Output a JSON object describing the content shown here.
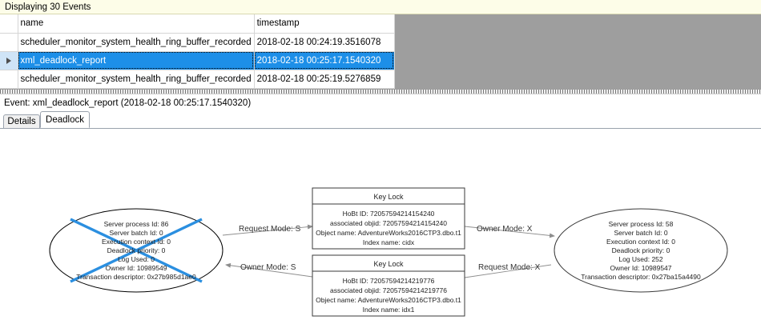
{
  "banner": {
    "text": "Displaying 30 Events"
  },
  "grid": {
    "columns": [
      {
        "key": "rowhead",
        "label": ""
      },
      {
        "key": "name",
        "label": "name"
      },
      {
        "key": "timestamp",
        "label": "timestamp"
      }
    ],
    "rows": [
      {
        "selected": false,
        "indicator": "",
        "name": "scheduler_monitor_system_health_ring_buffer_recorded",
        "timestamp": "2018-02-18 00:24:19.3516078"
      },
      {
        "selected": true,
        "indicator": "row-selector-arrow",
        "name": "xml_deadlock_report",
        "timestamp": "2018-02-18 00:25:17.1540320"
      },
      {
        "selected": false,
        "indicator": "",
        "name": "scheduler_monitor_system_health_ring_buffer_recorded",
        "timestamp": "2018-02-18 00:25:19.5276859"
      }
    ]
  },
  "event_caption": {
    "text": "Event: xml_deadlock_report (2018-02-18 00:25:17.1540320)"
  },
  "tabs": [
    {
      "label": "Details",
      "active": false
    },
    {
      "label": "Deadlock",
      "active": true
    }
  ],
  "colors": {
    "selection_blue": "#1d8fe8",
    "rowhead_blue": "#cfe4f7",
    "banner_yellow": "#fdfde8",
    "victim_cross_blue": "#2b8fe0",
    "grid_filler_grey": "#9e9e9e",
    "edge_grey": "#8d8d8d",
    "node_outline": "#000000"
  },
  "graph": {
    "processes": [
      {
        "id": "victim-process-node",
        "is_victim": true,
        "lines": [
          "Server process Id: 86",
          "Server batch Id: 0",
          "Execution context Id: 0",
          "Deadlock priority: 0",
          "Log Used: 0",
          "Owner Id: 10989549",
          "Transaction descriptor: 0x27b985d1ae0"
        ]
      },
      {
        "id": "surviving-process-node",
        "is_victim": false,
        "lines": [
          "Server process Id: 58",
          "Server batch Id: 0",
          "Execution context Id: 0",
          "Deadlock priority: 0",
          "Log Used: 252",
          "Owner Id: 10989547",
          "Transaction descriptor: 0x27ba15a4490"
        ]
      }
    ],
    "resources": [
      {
        "id": "key-lock-top",
        "title": "Key Lock",
        "lines": [
          "HoBt ID: 72057594214154240",
          "associated objid: 72057594214154240",
          "Object name: AdventureWorks2016CTP3.dbo.t1",
          "Index name: cidx"
        ]
      },
      {
        "id": "key-lock-bottom",
        "title": "Key Lock",
        "lines": [
          "HoBt ID: 72057594214219776",
          "associated objid: 72057594214219776",
          "Object name: AdventureWorks2016CTP3.dbo.t1",
          "Index name: idx1"
        ]
      }
    ],
    "edges": [
      {
        "id": "edge-request-s",
        "label": "Request Mode: S"
      },
      {
        "id": "edge-owner-s",
        "label": "Owner Mode: S"
      },
      {
        "id": "edge-owner-x",
        "label": "Owner Mode: X"
      },
      {
        "id": "edge-request-x",
        "label": "Request Mode: X"
      }
    ]
  }
}
